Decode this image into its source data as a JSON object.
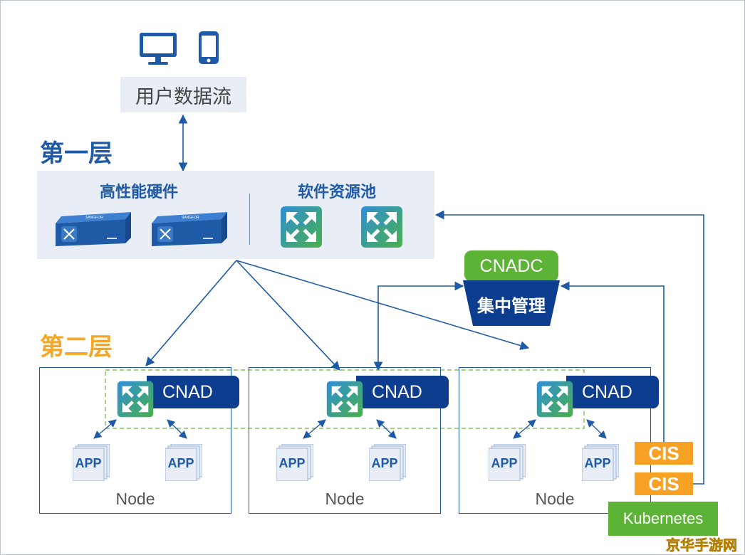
{
  "user_flow": {
    "label": "用户数据流"
  },
  "layer1": {
    "title": "第一层",
    "hardware_label": "高性能硬件",
    "software_label": "软件资源池",
    "hardware_brand": "SANGFOR"
  },
  "layer2": {
    "title": "第二层"
  },
  "nodes": [
    {
      "label": "Node",
      "cnad": "CNAD",
      "apps": [
        "APP",
        "APP"
      ]
    },
    {
      "label": "Node",
      "cnad": "CNAD",
      "apps": [
        "APP",
        "APP"
      ]
    },
    {
      "label": "Node",
      "cnad": "CNAD",
      "apps": [
        "APP",
        "APP"
      ]
    }
  ],
  "cnadc": {
    "name": "CNADC",
    "subtitle": "集中管理"
  },
  "cis": [
    "CIS",
    "CIS"
  ],
  "kubernetes": {
    "label": "Kubernetes"
  },
  "watermark": "京华手游网",
  "colors": {
    "primary_blue": "#1f5aa6",
    "dark_blue": "#0c3d8e",
    "green": "#5db336",
    "orange": "#f7a125",
    "panel_bg": "#e9eef6"
  },
  "icons": [
    "monitor-icon",
    "phone-icon",
    "load-balancer-icon",
    "app-stack-icon"
  ]
}
